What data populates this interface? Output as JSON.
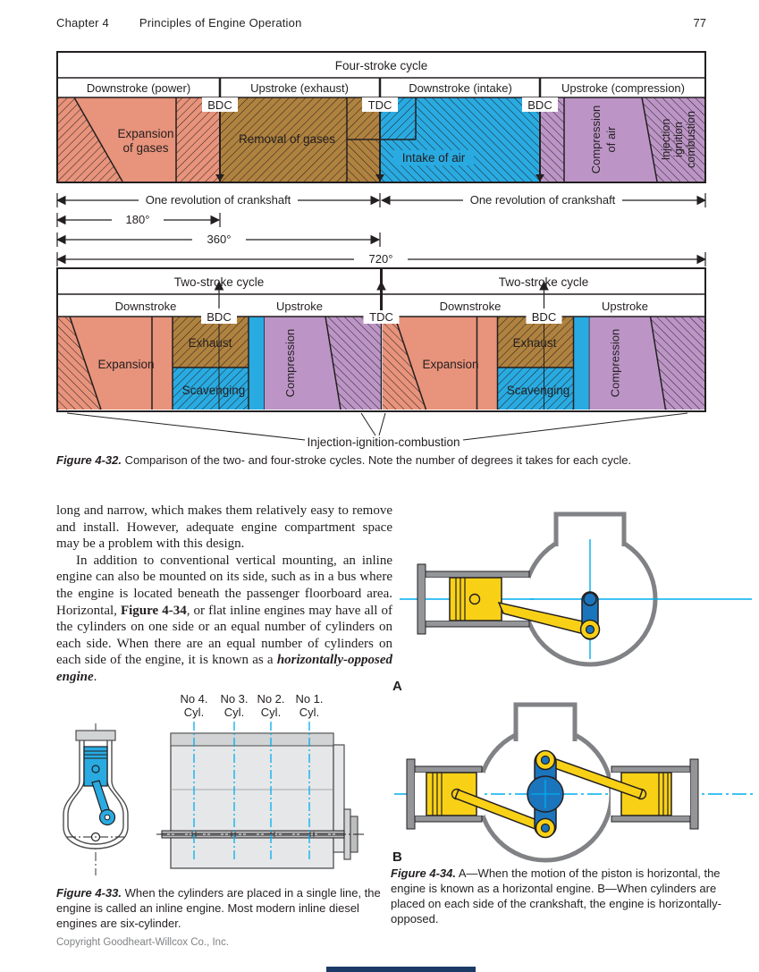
{
  "page": {
    "chapter_label": "Chapter 4",
    "chapter_title": "Principles of Engine Operation",
    "page_number": "77",
    "copyright": "Copyright Goodheart-Willcox Co., Inc."
  },
  "four_stroke": {
    "title": "Four-stroke cycle",
    "col_power": "Downstroke (power)",
    "col_exhaust": "Upstroke (exhaust)",
    "col_intake": "Downstroke (intake)",
    "col_compression": "Upstroke (compression)",
    "bdc1": "BDC",
    "tdc": "TDC",
    "bdc2": "BDC",
    "expansion_l1": "Expansion",
    "expansion_l2": "of gases",
    "removal": "Removal of gases",
    "intake": "Intake of air",
    "compression_l1": "Compression",
    "compression_l2": "of air",
    "injection_l1": "Injection",
    "injection_l2": "ignition",
    "injection_l3": "combustion"
  },
  "dims": {
    "rev_left": "One revolution of crankshaft",
    "rev_right": "One revolution of crankshaft",
    "d180": "180°",
    "d360": "360°",
    "d720": "720°"
  },
  "two_stroke": {
    "title_left": "Two-stroke cycle",
    "title_right": "Two-stroke cycle",
    "down_left": "Downstroke",
    "up_left": "Upstroke",
    "down_right": "Downstroke",
    "up_right": "Upstroke",
    "bdc_left": "BDC",
    "tdc": "TDC",
    "bdc_right": "BDC",
    "expansion_left": "Expansion",
    "exhaust_left": "Exhaust",
    "scavenging_left": "Scavenging",
    "compression_left": "Compression",
    "expansion_right": "Expansion",
    "exhaust_right": "Exhaust",
    "scavenging_right": "Scavenging",
    "compression_right": "Compression",
    "injection_label": "Injection-ignition-combustion"
  },
  "captions": {
    "fig432_label": "Figure 4-32.",
    "fig432_text": "Comparison of the two- and four-stroke cycles. Note the number of degrees it takes for each cycle.",
    "fig433_label": "Figure 4-33.",
    "fig433_text": "When the cylinders are placed in a single line, the engine is called an inline engine. Most modern inline diesel engines are six-cylinder.",
    "fig434_label": "Figure 4-34.",
    "fig434_text": "A—When the motion of the piston is horizontal, the engine is known as a horizontal engine. B—When cylinders are placed on each side of the crankshaft, the engine is horizontally-opposed."
  },
  "body": {
    "p1": "long and narrow, which makes them relatively easy to remove and install. However, adequate engine compartment space may be a problem with this design.",
    "p2a": "In addition to conventional vertical mounting, an inline engine can also be mounted on its side, such as in a bus where the engine is located beneath the passenger floorboard area. Horizontal, ",
    "p2_fig": "Figure 4-34",
    "p2b": ", or flat inline engines may have all of the cylinders on one side or an equal number of cylinders on each side. When there are an equal number of cylinders on each side of the engine, it is known as a ",
    "p2_term": "horizontally-opposed engine",
    "p2c": "."
  },
  "fig433": {
    "cyl4_l1": "No 4.",
    "cyl3_l1": "No 3.",
    "cyl2_l1": "No 2.",
    "cyl1_l1": "No 1.",
    "cyl_sub": "Cyl."
  },
  "fig434": {
    "label_a": "A",
    "label_b": "B"
  },
  "colors": {
    "salmon": "#E8937B",
    "brown": "#B0823F",
    "cyan": "#29ABE2",
    "purple": "#BC95C6",
    "yellow": "#F8D117",
    "blue": "#1B75BC",
    "centerline_cyan": "#00AEEF",
    "line": "#231F20",
    "gray_outline": "#808285",
    "navy_bar": "#1B3A68"
  }
}
